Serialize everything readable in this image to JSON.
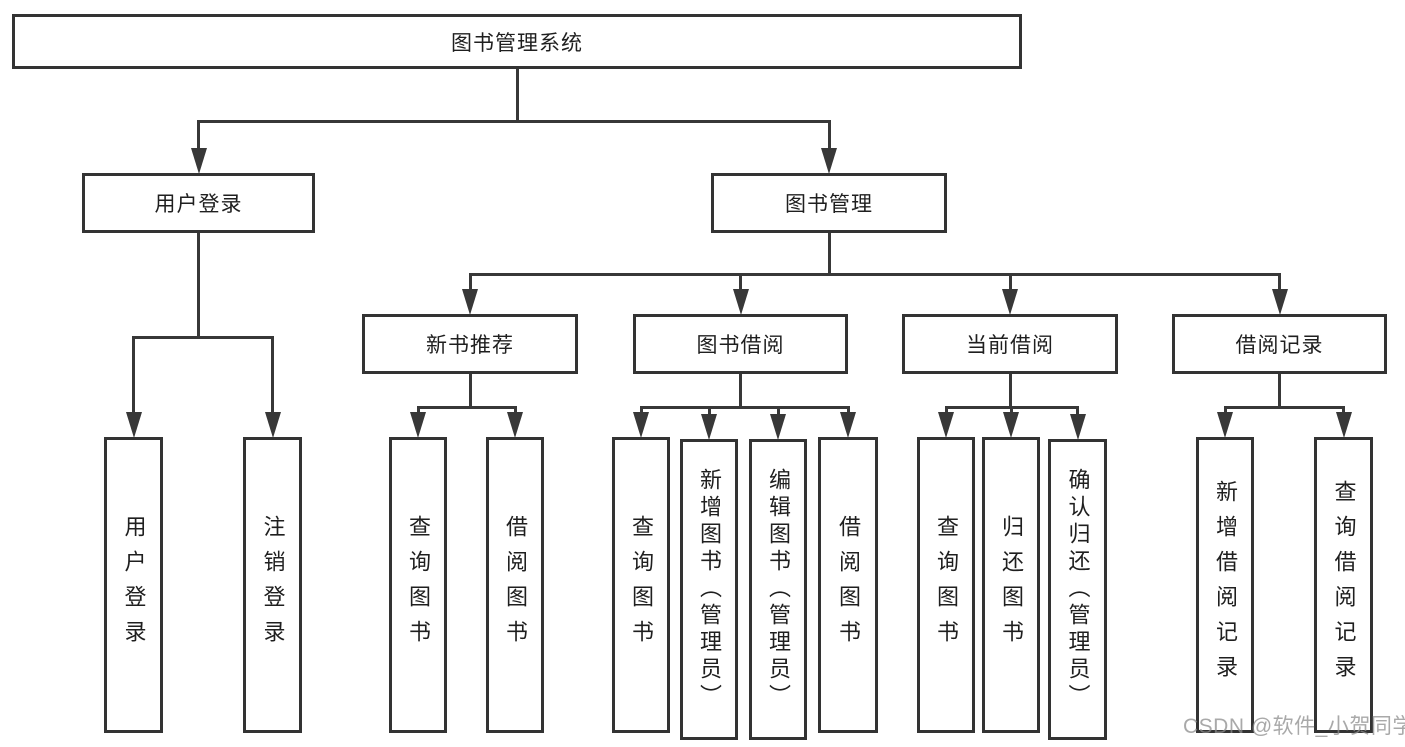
{
  "diagram": {
    "title": "图书管理系统",
    "colors": {
      "background": "#ffffff",
      "line": "#383838",
      "box_border": "#333333",
      "text": "#1f1f1f",
      "watermark": "#8c8c8c"
    },
    "nodes": [
      {
        "id": "root",
        "label": "图书管理系统",
        "orientation": "horizontal",
        "level": 1
      },
      {
        "id": "user-login",
        "label": "用户登录",
        "orientation": "horizontal",
        "level": 2
      },
      {
        "id": "book-mgmt",
        "label": "图书管理",
        "orientation": "horizontal",
        "level": 2
      },
      {
        "id": "new-book-rec",
        "label": "新书推荐",
        "orientation": "horizontal",
        "level": 3
      },
      {
        "id": "book-borrow",
        "label": "图书借阅",
        "orientation": "horizontal",
        "level": 3
      },
      {
        "id": "current-borrow",
        "label": "当前借阅",
        "orientation": "horizontal",
        "level": 3
      },
      {
        "id": "borrow-records",
        "label": "借阅记录",
        "orientation": "horizontal",
        "level": 3
      },
      {
        "id": "login-action",
        "label": "用户登录",
        "orientation": "vertical",
        "level": 4
      },
      {
        "id": "logout-action",
        "label": "注销登录",
        "orientation": "vertical",
        "level": 4
      },
      {
        "id": "search-book-new",
        "label": "查询图书",
        "orientation": "vertical",
        "level": 4
      },
      {
        "id": "borrow-book-new",
        "label": "借阅图书",
        "orientation": "vertical",
        "level": 4
      },
      {
        "id": "search-book-borrow",
        "label": "查询图书",
        "orientation": "vertical",
        "level": 4
      },
      {
        "id": "add-book-admin",
        "label": "新增图书（管理员）",
        "orientation": "vertical",
        "level": 4
      },
      {
        "id": "edit-book-admin",
        "label": "编辑图书（管理员）",
        "orientation": "vertical",
        "level": 4
      },
      {
        "id": "borrow-book-borrow",
        "label": "借阅图书",
        "orientation": "vertical",
        "level": 4
      },
      {
        "id": "search-book-current",
        "label": "查询图书",
        "orientation": "vertical",
        "level": 4
      },
      {
        "id": "return-book",
        "label": "归还图书",
        "orientation": "vertical",
        "level": 4
      },
      {
        "id": "confirm-return-admin",
        "label": "确认归还（管理员）",
        "orientation": "vertical",
        "level": 4
      },
      {
        "id": "add-borrow-record",
        "label": "新增借阅记录",
        "orientation": "vertical",
        "level": 4
      },
      {
        "id": "search-borrow-record",
        "label": "查询借阅记录",
        "orientation": "vertical",
        "level": 4
      }
    ],
    "edges": [
      {
        "from": "root",
        "to": [
          "user-login",
          "book-mgmt"
        ]
      },
      {
        "from": "user-login",
        "to": [
          "login-action",
          "logout-action"
        ]
      },
      {
        "from": "book-mgmt",
        "to": [
          "new-book-rec",
          "book-borrow",
          "current-borrow",
          "borrow-records"
        ]
      },
      {
        "from": "new-book-rec",
        "to": [
          "search-book-new",
          "borrow-book-new"
        ]
      },
      {
        "from": "book-borrow",
        "to": [
          "search-book-borrow",
          "add-book-admin",
          "edit-book-admin",
          "borrow-book-borrow"
        ]
      },
      {
        "from": "current-borrow",
        "to": [
          "search-book-current",
          "return-book",
          "confirm-return-admin"
        ]
      },
      {
        "from": "borrow-records",
        "to": [
          "add-borrow-record",
          "search-borrow-record"
        ]
      }
    ]
  },
  "watermark": {
    "text": "CSDN @软件_小贺同学"
  }
}
